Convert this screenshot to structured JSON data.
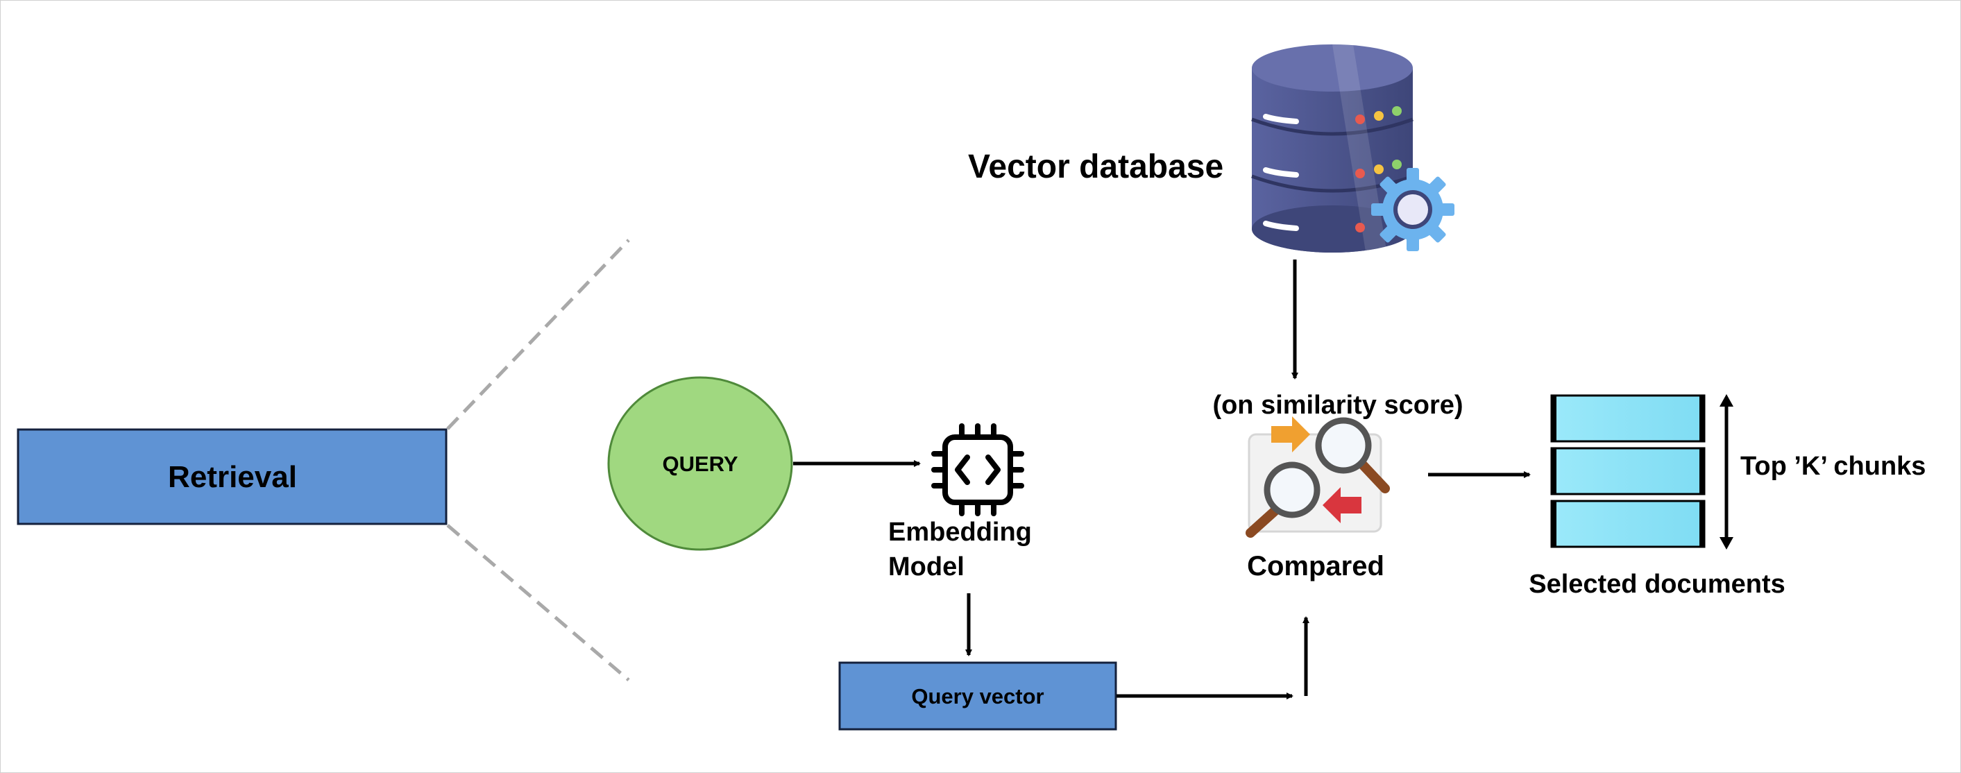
{
  "diagram": {
    "retrieval": {
      "label": "Retrieval"
    },
    "query": {
      "label": "QUERY"
    },
    "embedding_model": {
      "line1": "Embedding",
      "line2": "Model"
    },
    "query_vector": {
      "label": "Query vector"
    },
    "vector_database": {
      "label": "Vector database"
    },
    "compare": {
      "note": "(on similarity score)",
      "label": "Compared"
    },
    "selected_documents": {
      "label": "Selected documents",
      "top_k_label": "Top ’K’ chunks"
    }
  },
  "colors": {
    "box_fill": "#5f93d4",
    "query_fill": "#a0d880",
    "query_stroke": "#4f8a3a",
    "database_body": "#4a5288",
    "gear": "#6cb3ee",
    "chunk_fill": "#8be3f7",
    "dashed_line": "#a9a9a9"
  }
}
